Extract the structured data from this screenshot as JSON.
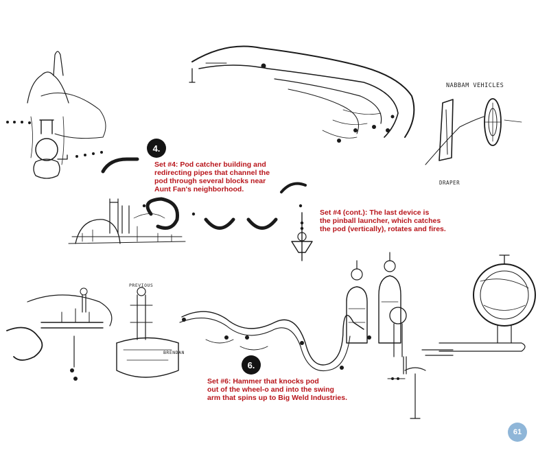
{
  "sketch_labels": {
    "vehicles": "NABBAM VEHICLES",
    "signature_top": "DRAPER",
    "signature_bottom": "BRENDAN",
    "signature_tower": "PREVIOUS"
  },
  "annotations": [
    {
      "number": "4.",
      "lines": [
        "Set #4: Pod catcher building and",
        "redirecting pipes that channel the",
        "pod through several blocks near",
        "Aunt Fan's neighborhood."
      ]
    },
    {
      "number": "",
      "lines": [
        "Set #4 (cont.): The last device is",
        "the pinball launcher, which catches",
        "the pod (vertically), rotates and fires."
      ]
    },
    {
      "number": "6.",
      "lines": [
        "Set #6: Hammer that knocks pod",
        "out of the wheel-o and into the swing",
        "arm that spins up to Big Weld Industries."
      ]
    }
  ],
  "page_number": "61",
  "colors": {
    "caption_red": "#b8151b",
    "ink": "#1a1a1a",
    "page_badge": "#8fb6d8"
  }
}
